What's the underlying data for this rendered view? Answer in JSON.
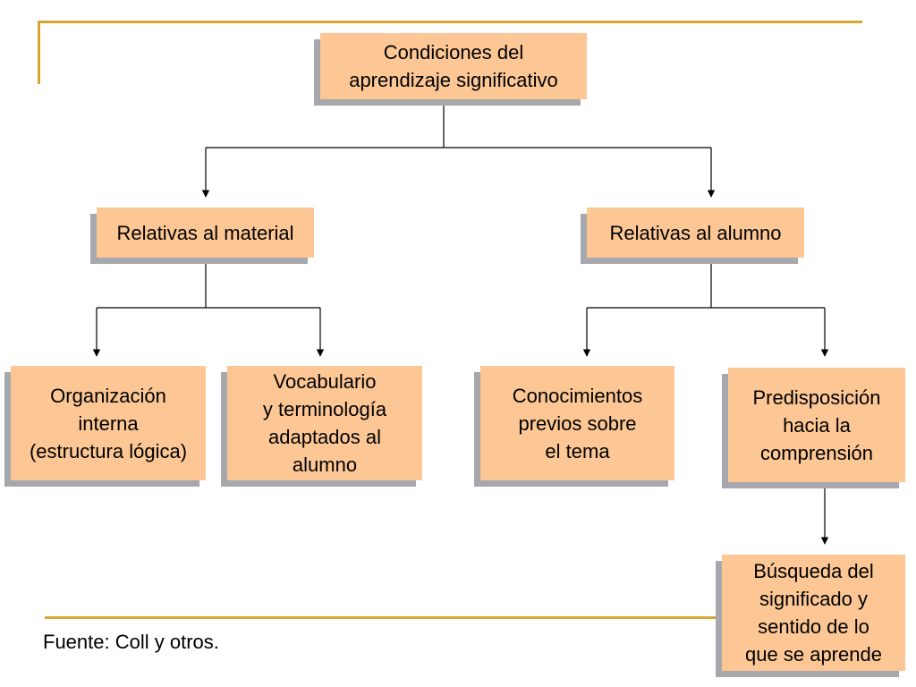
{
  "diagram": {
    "root": "Condiciones del\naprendizaje significativo",
    "left": {
      "label": "Relativas al material",
      "children": [
        "Organización\ninterna\n(estructura lógica)",
        "Vocabulario\ny terminología\nadaptados al\nalumno"
      ]
    },
    "right": {
      "label": "Relativas al alumno",
      "children": [
        "Conocimientos\nprevios sobre\nel tema",
        "Predisposición\nhacia la\ncomprensión"
      ],
      "leaf": "Búsqueda del\nsignificado y\nsentido de lo\nque se aprende"
    }
  },
  "footer": {
    "source": "Fuente: Coll y otros."
  },
  "colors": {
    "box_fill": "#fcc795",
    "box_shadow": "#a7a8ad",
    "accent_line": "#d6a532"
  }
}
